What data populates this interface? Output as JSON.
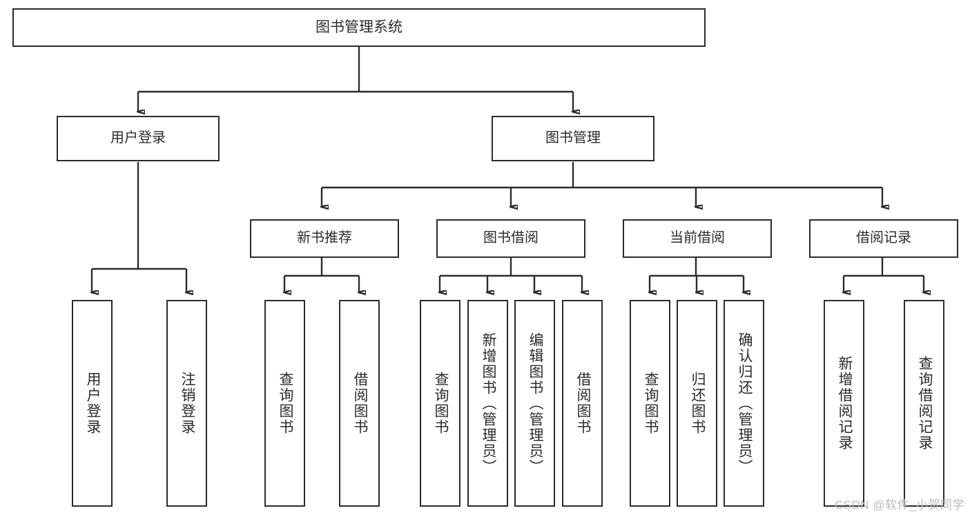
{
  "diagram": {
    "type": "tree",
    "title": "图书管理系统",
    "watermark": "CSDN @软件_小贺同学",
    "colors": {
      "stroke": "#2b2b2b",
      "fill": "#ffffff",
      "text": "#2b2b2b",
      "watermark": "#b9b9b9"
    },
    "nodes": {
      "root": {
        "label": "图书管理系统",
        "level": 1
      },
      "l2": [
        {
          "id": "user-login",
          "label": "用户登录",
          "level": 2
        },
        {
          "id": "book-manage",
          "label": "图书管理",
          "level": 2
        }
      ],
      "l3": [
        {
          "id": "new-book-rec",
          "label": "新书推荐",
          "level": 3,
          "parent": "book-manage"
        },
        {
          "id": "book-borrow",
          "label": "图书借阅",
          "level": 3,
          "parent": "book-manage"
        },
        {
          "id": "current-borrow",
          "label": "当前借阅",
          "level": 3,
          "parent": "book-manage"
        },
        {
          "id": "borrow-record",
          "label": "借阅记录",
          "level": 3,
          "parent": "book-manage"
        }
      ],
      "leaves": [
        {
          "id": "leaf-user-login",
          "label": "用户登录",
          "parent": "user-login"
        },
        {
          "id": "leaf-logout",
          "label": "注销登录",
          "parent": "user-login"
        },
        {
          "id": "leaf-query-book-1",
          "label": "查询图书",
          "parent": "new-book-rec"
        },
        {
          "id": "leaf-borrow-book-1",
          "label": "借阅图书",
          "parent": "new-book-rec"
        },
        {
          "id": "leaf-query-book-2",
          "label": "查询图书",
          "parent": "book-borrow"
        },
        {
          "id": "leaf-add-book",
          "label": "新增图书（管理员）",
          "parent": "book-borrow"
        },
        {
          "id": "leaf-edit-book",
          "label": "编辑图书（管理员）",
          "parent": "book-borrow"
        },
        {
          "id": "leaf-borrow-book-2",
          "label": "借阅图书",
          "parent": "book-borrow"
        },
        {
          "id": "leaf-query-book-3",
          "label": "查询图书",
          "parent": "current-borrow"
        },
        {
          "id": "leaf-return-book",
          "label": "归还图书",
          "parent": "current-borrow"
        },
        {
          "id": "leaf-confirm-return",
          "label": "确认归还（管理员）",
          "parent": "current-borrow"
        },
        {
          "id": "leaf-add-record",
          "label": "新增借阅记录",
          "parent": "borrow-record"
        },
        {
          "id": "leaf-query-record",
          "label": "查询借阅记录",
          "parent": "borrow-record"
        }
      ]
    }
  }
}
